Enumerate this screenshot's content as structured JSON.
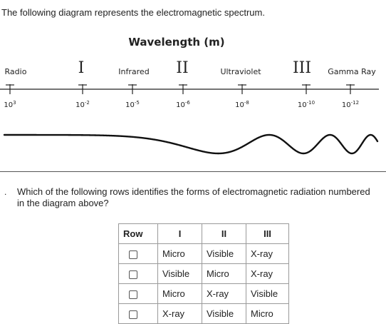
{
  "intro": "The following diagram represents the electromagnetic spectrum.",
  "diagram": {
    "title": "Wavelength (m)",
    "bands": [
      "Radio",
      "I",
      "Infrared",
      "II",
      "Ultraviolet",
      "III",
      "Gamma Ray"
    ],
    "ticks": [
      {
        "base": "10",
        "exp": "3"
      },
      {
        "base": "10",
        "exp": "-2"
      },
      {
        "base": "10",
        "exp": "-5"
      },
      {
        "base": "10",
        "exp": "-6"
      },
      {
        "base": "10",
        "exp": "-8"
      },
      {
        "base": "10",
        "exp": "-10"
      },
      {
        "base": "10",
        "exp": "-12"
      }
    ]
  },
  "question": {
    "marker": ".",
    "text": "Which of the following rows identifies the forms of electromagnetic radiation numbered in the diagram above?"
  },
  "table": {
    "headers": [
      "Row",
      "I",
      "II",
      "III"
    ],
    "rows": [
      [
        "Micro",
        "Visible",
        "X-ray"
      ],
      [
        "Visible",
        "Micro",
        "X-ray"
      ],
      [
        "Micro",
        "X-ray",
        "Visible"
      ],
      [
        "X-ray",
        "Visible",
        "Micro"
      ]
    ]
  }
}
